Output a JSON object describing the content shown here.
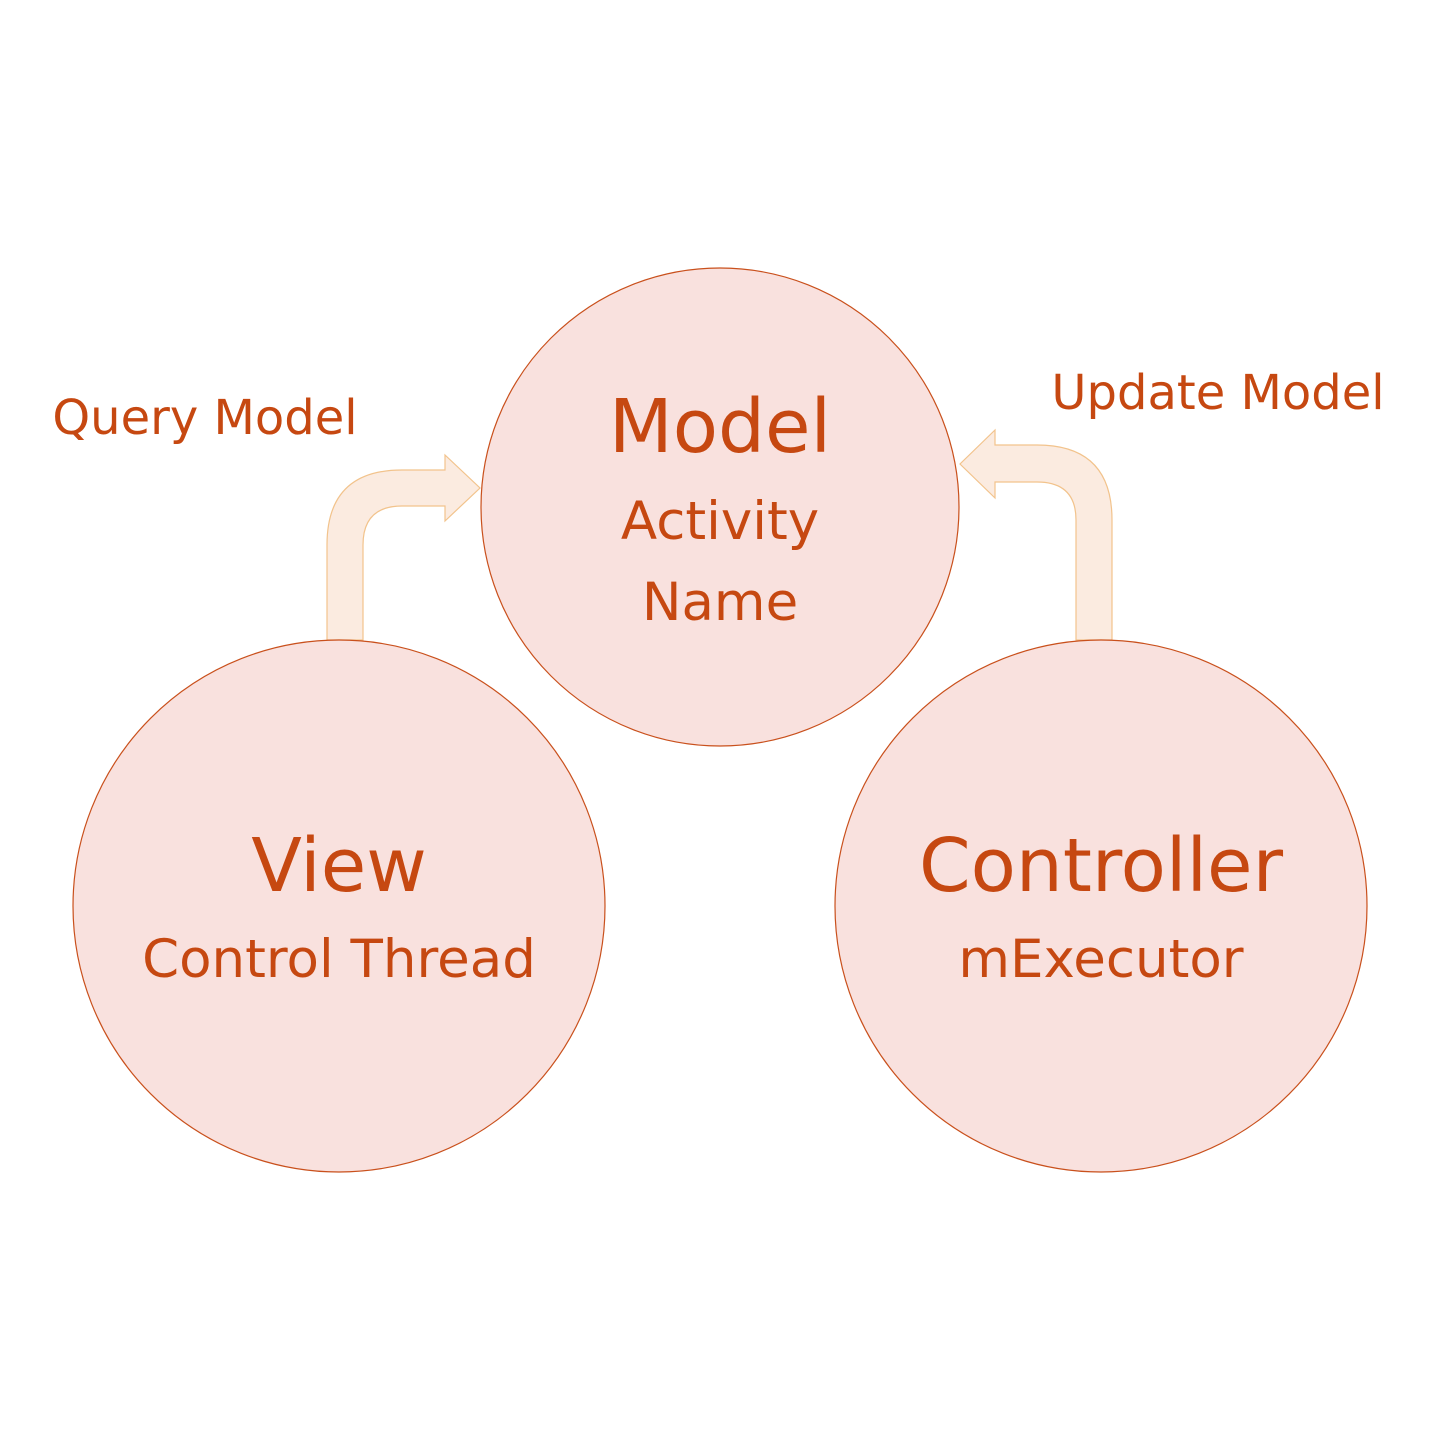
{
  "nodes": {
    "model": {
      "title": "Model",
      "subtitle_line1": "Activity",
      "subtitle_line2": "Name"
    },
    "view": {
      "title": "View",
      "subtitle": "Control Thread"
    },
    "controller": {
      "title": "Controller",
      "subtitle": "mExecutor"
    }
  },
  "edges": {
    "query": {
      "label": "Query Model",
      "from": "View",
      "to": "Model"
    },
    "update": {
      "label": "Update Model",
      "from": "Controller",
      "to": "Model"
    }
  },
  "colors": {
    "text": "#c64811",
    "circle_fill": "#f9e1de",
    "circle_stroke": "#c9501c",
    "arrow_fill": "#fbebe0",
    "arrow_stroke": "#f2c38c"
  }
}
